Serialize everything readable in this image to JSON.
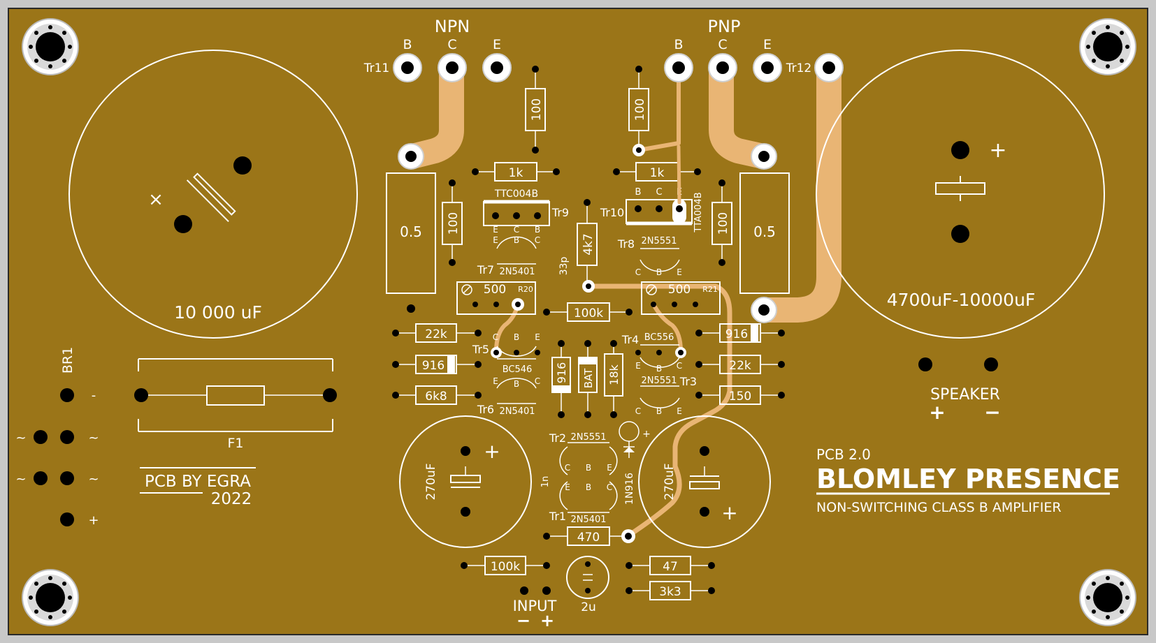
{
  "colors": {
    "board": "#9b7518",
    "trace": "#e9b574",
    "silkscreen": "#ffffff",
    "pad": "#000000",
    "pad_ring": "#d9d9d9",
    "border": "#2a2a2a"
  },
  "header": {
    "npn": "NPN",
    "pnp": "PNP",
    "pin_b": "B",
    "pin_c": "C",
    "pin_e": "E"
  },
  "transistors": {
    "tr1": "Tr1",
    "tr1_part": "2N5401",
    "tr2": "Tr2",
    "tr2_part": "2N5551",
    "tr3": "Tr3",
    "tr3_part": "2N5551",
    "tr4": "Tr4",
    "tr4_part": "BC556",
    "tr5": "Tr5",
    "tr5_part": "BC546",
    "tr6": "Tr6",
    "tr6_part": "2N5401",
    "tr7": "Tr7",
    "tr7_part": "2N5401",
    "tr8": "Tr8",
    "tr8_part": "2N5551",
    "tr9": "Tr9",
    "tr9_part": "TTC004B",
    "tr10": "Tr10",
    "tr10_part": "TTA004B",
    "tr11": "Tr11",
    "tr12": "Tr12"
  },
  "resistors": {
    "r100": "100",
    "r1k": "1k",
    "r05": "0.5",
    "r4k7": "4k7",
    "r100k": "100k",
    "r22k": "22k",
    "r916": "916",
    "r6k8": "6k8",
    "r18k": "18k",
    "r150": "150",
    "r470": "470",
    "r47": "47",
    "r3k3": "3k3",
    "r500": "500",
    "r20": "R20",
    "r21": "R21",
    "bat": "BAT"
  },
  "capacitors": {
    "c10000": "10 000 uF",
    "c4700": "4700uF-10000uF",
    "c270": "270uF",
    "c33p": "33p",
    "c1n": "1n",
    "c2u": "2u",
    "plus": "+",
    "cross": "×"
  },
  "misc": {
    "br1": "BR1",
    "f1": "F1",
    "d1n916": "1N916",
    "speaker": "SPEAKER",
    "input": "INPUT",
    "minus": "-",
    "tilde": "~",
    "pol_plus": "+",
    "pol_minus": "−"
  },
  "credits": {
    "pcb_by": "PCB BY EGRA",
    "year": "2022",
    "version": "PCB 2.0",
    "title": "BLOMLEY PRESENCE",
    "subtitle": "NON-SWITCHING CLASS B AMPLIFIER"
  }
}
